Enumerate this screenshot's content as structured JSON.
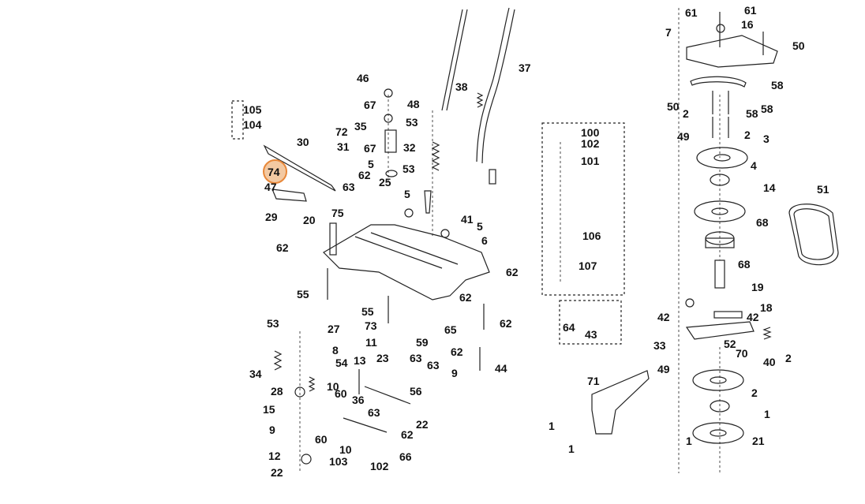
{
  "diagram": {
    "highlighted_part": "74",
    "highlight_color": "#e8883a",
    "labels": [
      "46",
      "67",
      "48",
      "38",
      "37",
      "53",
      "35",
      "32",
      "72",
      "31",
      "30",
      "67",
      "105",
      "104",
      "5",
      "53",
      "62",
      "63",
      "74",
      "47",
      "29",
      "75",
      "25",
      "5",
      "20",
      "41",
      "5",
      "6",
      "62",
      "62",
      "62",
      "55",
      "55",
      "62",
      "27",
      "73",
      "65",
      "53",
      "59",
      "62",
      "11",
      "8",
      "63",
      "23",
      "63",
      "34",
      "44",
      "54",
      "13",
      "9",
      "28",
      "10",
      "56",
      "60",
      "15",
      "36",
      "63",
      "22",
      "9",
      "60",
      "62",
      "10",
      "12",
      "66",
      "22",
      "103",
      "102",
      "100",
      "102",
      "101",
      "106",
      "107",
      "64",
      "43",
      "61",
      "61",
      "7",
      "16",
      "50",
      "58",
      "50",
      "58",
      "58",
      "2",
      "49",
      "2",
      "3",
      "4",
      "14",
      "68",
      "68",
      "51",
      "19",
      "18",
      "42",
      "42",
      "33",
      "52",
      "70",
      "2",
      "49",
      "71",
      "40",
      "2",
      "1",
      "1",
      "1",
      "1",
      "21"
    ]
  }
}
